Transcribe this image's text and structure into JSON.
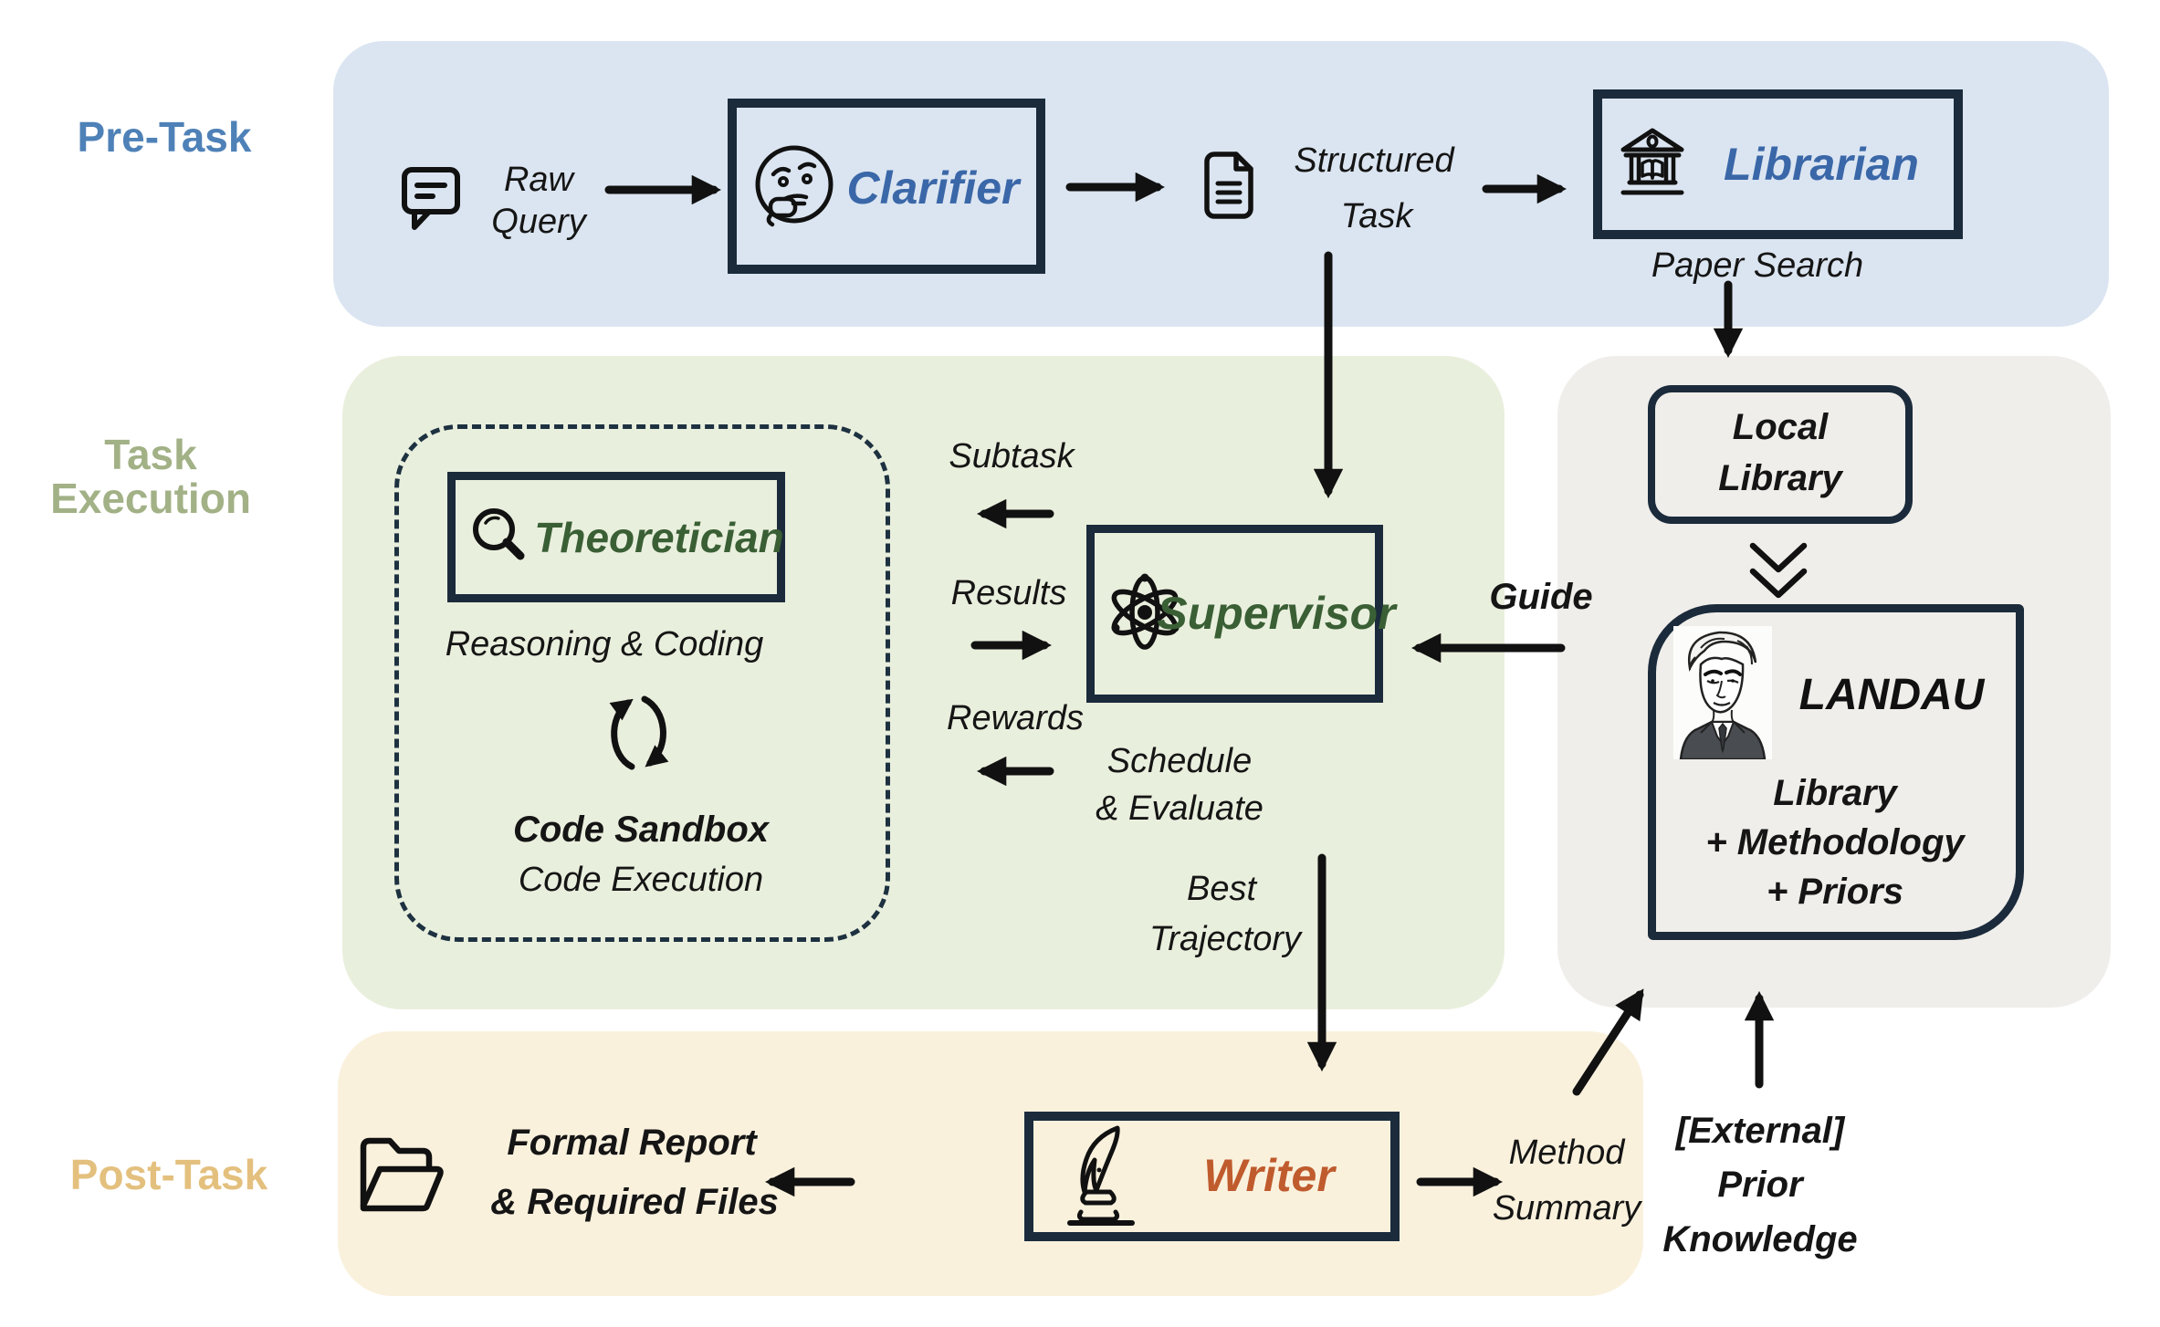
{
  "labels": {
    "pre_task": "Pre-Task",
    "task_execution": [
      "Task",
      "Execution"
    ],
    "post_task": "Post-Task"
  },
  "pre_task": {
    "raw_query": [
      "Raw",
      "Query"
    ],
    "clarifier": "Clarifier",
    "structured_task": [
      "Structured",
      "Task"
    ],
    "librarian": "Librarian",
    "paper_search": "Paper Search"
  },
  "task_execution": {
    "theoretician": "Theoretician",
    "reasoning_coding": "Reasoning & Coding",
    "code_sandbox": "Code Sandbox",
    "code_execution": "Code Execution",
    "subtask": "Subtask",
    "results": "Results",
    "rewards": "Rewards",
    "supervisor": "Supervisor",
    "schedule_evaluate": [
      "Schedule",
      "& Evaluate"
    ],
    "best_trajectory": [
      "Best",
      "Trajectory"
    ],
    "guide": "Guide"
  },
  "knowledge": {
    "local_library": [
      "Local",
      "Library"
    ],
    "landau": "LANDAU",
    "landau_desc": [
      "Library",
      "+ Methodology",
      "+ Priors"
    ],
    "external_prior": [
      "[External]",
      "Prior",
      "Knowledge"
    ]
  },
  "post_task": {
    "formal_report": [
      "Formal Report",
      "& Required Files"
    ],
    "writer": "Writer",
    "method_summary": [
      "Method",
      "Summary"
    ]
  },
  "colors": {
    "pre_task_band": "#dbe5f1",
    "task_band": "#e9efdd",
    "knowledge_band": "#f0eeea",
    "post_band": "#faf1dd",
    "box_border": "#1b2b3c",
    "agent_blue": "#3a67a8",
    "agent_green": "#3a5f35",
    "agent_rust": "#bf5b2d",
    "pre_task_label": "#4e81b7",
    "task_label": "#a2b186",
    "post_label": "#e4c07e",
    "arrow": "#111111"
  }
}
